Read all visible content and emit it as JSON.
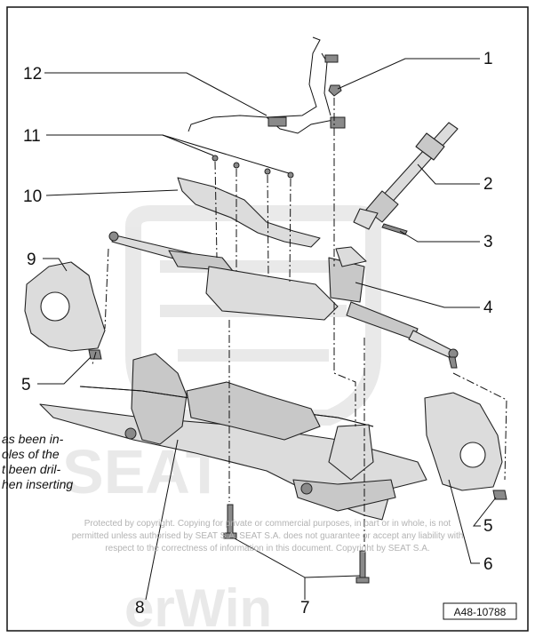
{
  "callouts": {
    "c1": "1",
    "c2": "2",
    "c3": "3",
    "c4": "4",
    "c5a": "5",
    "c5b": "5",
    "c6": "6",
    "c7": "7",
    "c8": "8",
    "c9": "9",
    "c10": "10",
    "c11": "11",
    "c12": "12"
  },
  "text_fragments": {
    "line1": "as been in-",
    "line2": "oles of the",
    "line3": "t been dril-",
    "line4": "hen inserting"
  },
  "watermark": {
    "line1": "Protected by copyright. Copying for private or commercial purposes, in part or in whole, is not",
    "line2": "permitted unless authorised by SEAT S.A. SEAT S.A. does not guarantee or accept any liability with",
    "line3": "respect to the correctness of information in this document. Copyright by SEAT S.A.",
    "logo_text": "SEAT",
    "erwin_text": "erWin"
  },
  "figure_ref": "A48-10788",
  "colors": {
    "line": "#111111",
    "part_fill": "#dcdcdc",
    "watermark": "#b3b3b3"
  }
}
